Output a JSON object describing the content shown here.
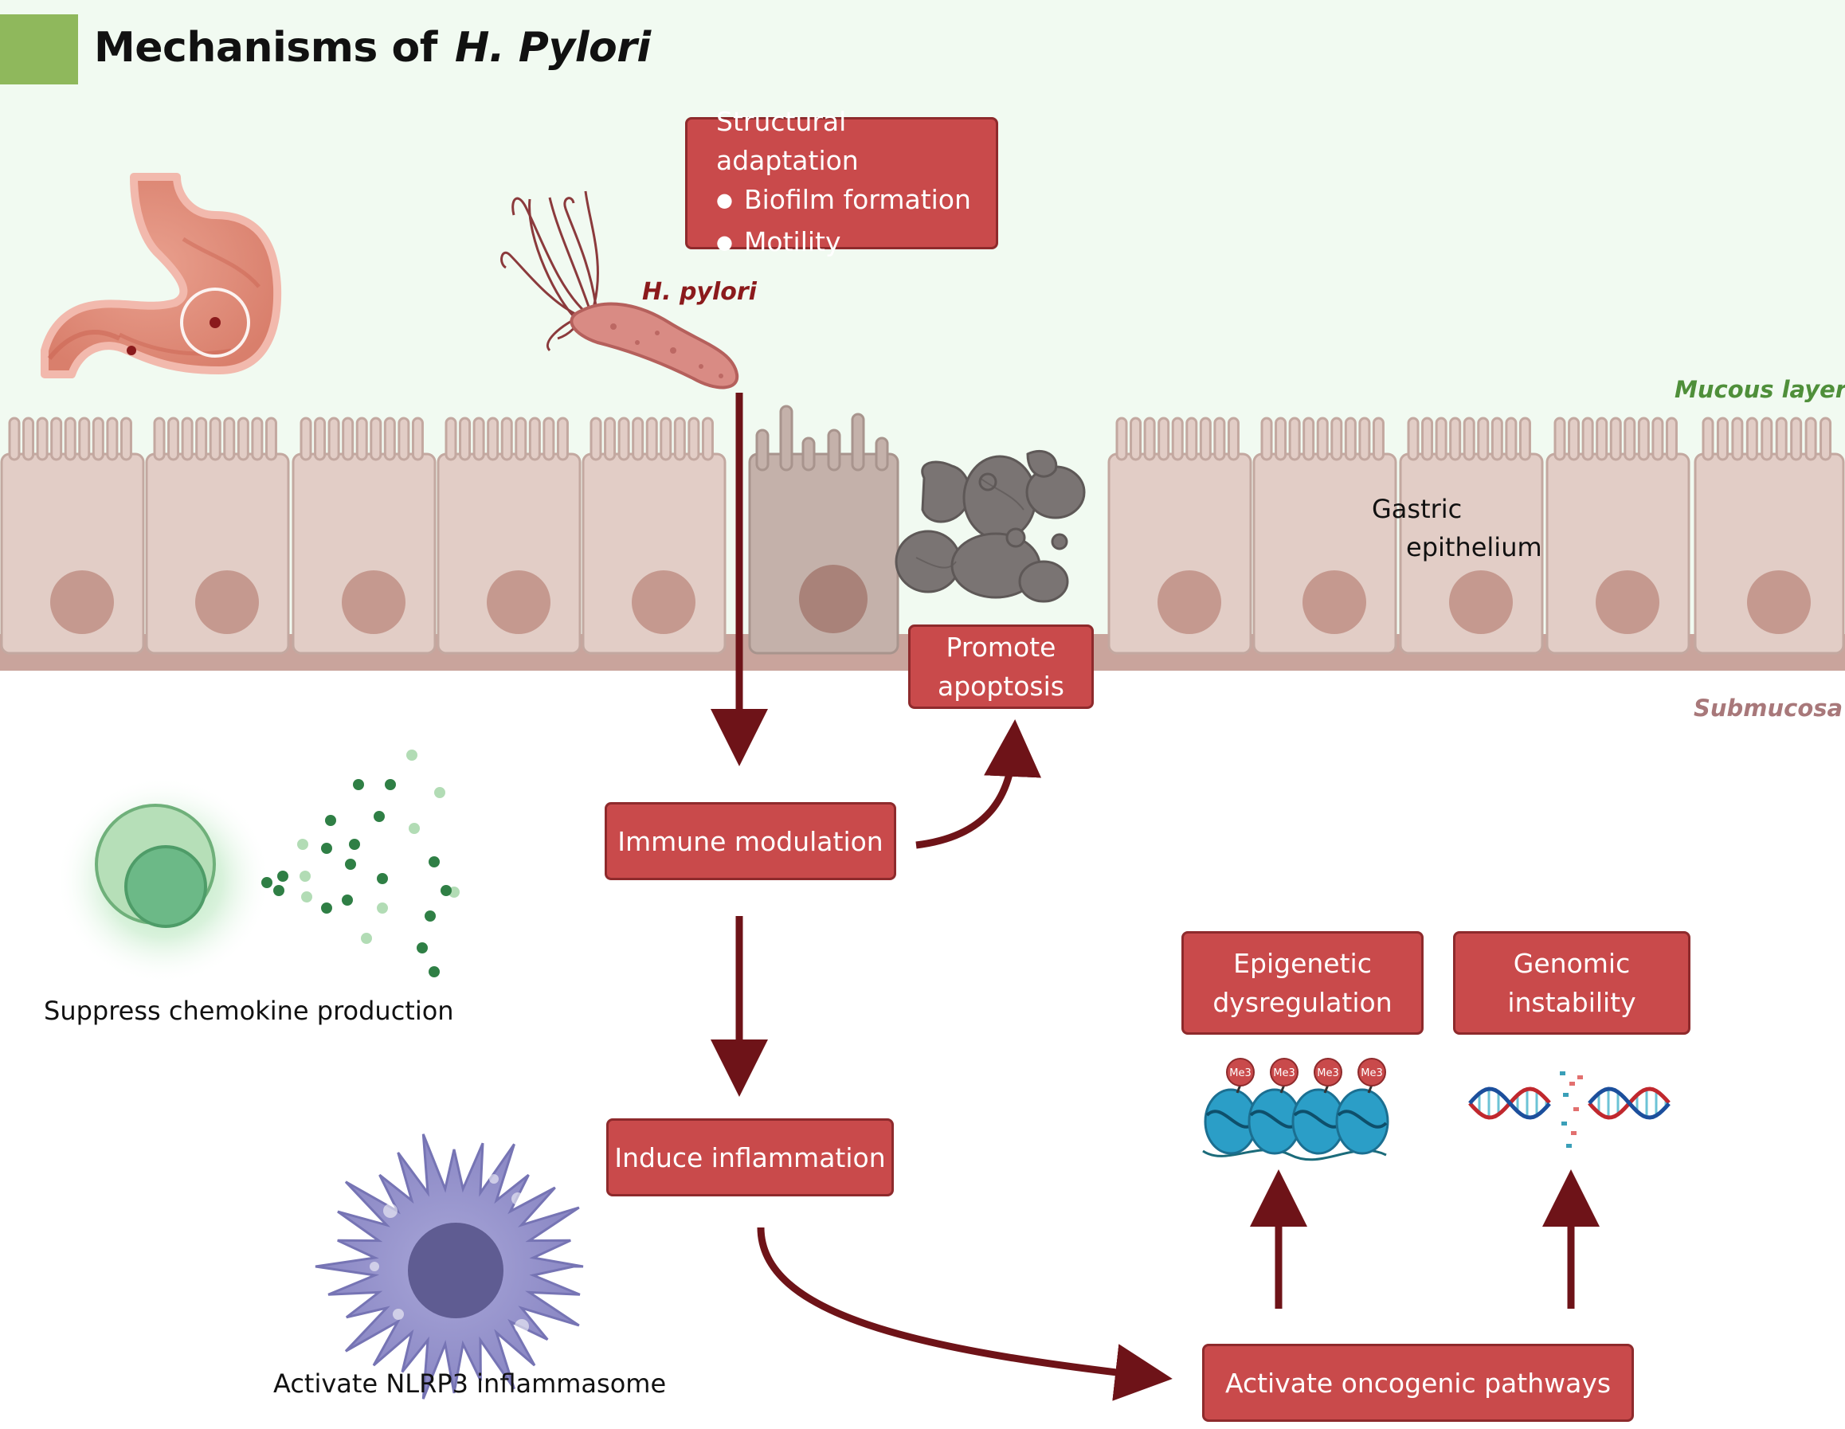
{
  "title": {
    "main": "Mechanisms of",
    "species": "H. Pylori"
  },
  "labels": {
    "bacterium": "H. pylori",
    "mucous_layer": "Mucous layer",
    "epithelium_line1": "Gastric",
    "epithelium_line2": "epithelium",
    "submucosa": "Submucosa",
    "suppress_chemokine": "Suppress chemokine production",
    "activate_nlrp3": "Activate NLRP3 inflammasome"
  },
  "boxes": {
    "structural": {
      "heading": "Structural adaptation",
      "items": [
        "Biofilm formation",
        "Motility"
      ]
    },
    "immune": "Immune modulation",
    "apoptosis": [
      "Promote",
      "apoptosis"
    ],
    "inflammation": "Induce inflammation",
    "epigenetic": [
      "Epigenetic",
      "dysregulation"
    ],
    "genomic": [
      "Genomic",
      "instability"
    ],
    "oncogenic": "Activate oncogenic pathways"
  },
  "histone_marks": [
    "Me3",
    "Me3",
    "Me3",
    "Me3"
  ],
  "colors": {
    "box_fill": "#c94a4b",
    "box_border": "#8e2a2c",
    "arrow": "#6e1318",
    "mucus_bg": "#f1faf1",
    "epithelium": "#e2cdc6",
    "nucleus": "#c5998f",
    "submucosa": "#c9a49c",
    "title_accent": "#8fb85c",
    "mucus_label": "#4f8f3a",
    "submucosa_label": "#a8787a",
    "bacterium_label": "#8b1a1c"
  }
}
